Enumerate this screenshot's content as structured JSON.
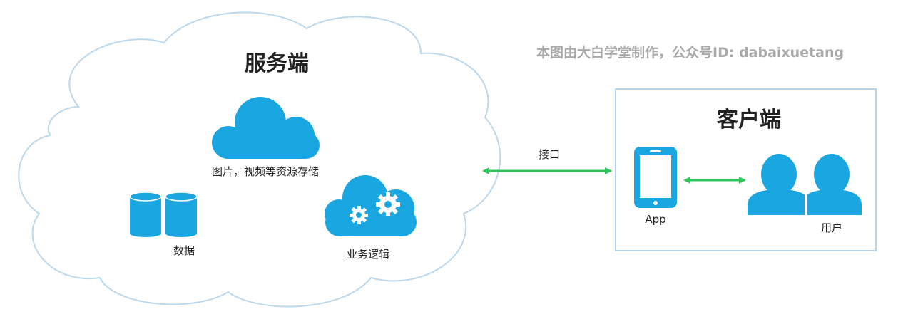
{
  "watermark": "本图由大白学堂制作，公众号ID: dabaixuetang",
  "server": {
    "title": "服务端",
    "storage_label": "图片，视频等资源存储",
    "data_label": "数据",
    "logic_label": "业务逻辑"
  },
  "interface_label": "接口",
  "client": {
    "title": "客户端",
    "app_label": "App",
    "user_label": "用户"
  },
  "colors": {
    "cloud_outline": "#bcd8ec",
    "icon_blue": "#1aa6e0",
    "arrow_green": "#2fc55a",
    "box_border": "#b5d3ea",
    "watermark": "#a9a9a9"
  }
}
